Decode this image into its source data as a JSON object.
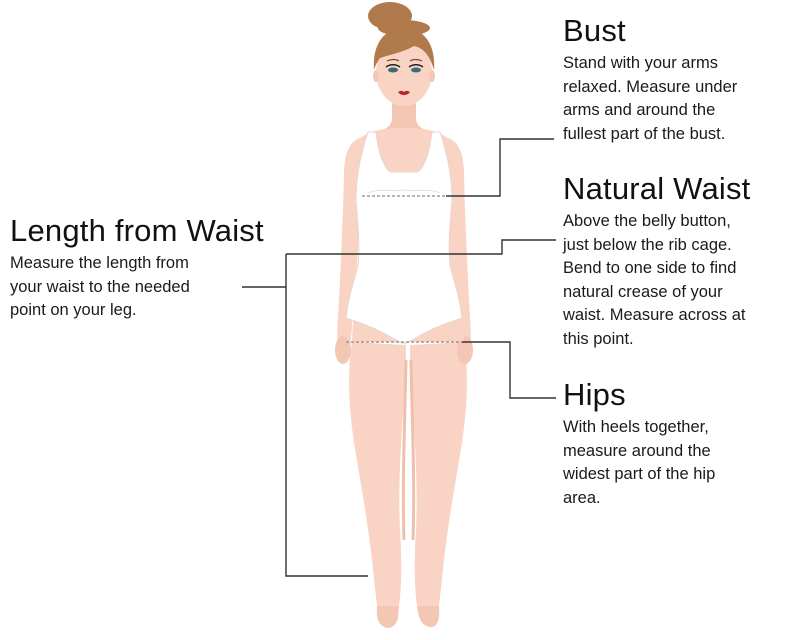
{
  "bust": {
    "heading": "Bust",
    "lines": [
      "Stand with your arms",
      "relaxed. Measure under",
      "arms and around the",
      "fullest part of the bust."
    ]
  },
  "natural_waist": {
    "heading": "Natural Waist",
    "lines": [
      "Above the belly button,",
      "just below the rib cage.",
      "Bend to one side to find",
      "natural crease of your",
      "waist. Measure across at",
      "this point."
    ]
  },
  "hips": {
    "heading": "Hips",
    "lines": [
      "With heels together,",
      "measure around the",
      "widest part of the hip",
      "area."
    ]
  },
  "length_from_waist": {
    "heading": "Length from Waist",
    "lines": [
      "Measure the length from",
      "your waist to the needed",
      "point on your leg."
    ]
  },
  "colors": {
    "skin": "#f9d4c4",
    "skin_shadow": "#f0bfac",
    "hair": "#b07a4c",
    "garment": "#ffffff",
    "leader_line": "#333333",
    "measure_line": "#888888",
    "lips": "#c0202a"
  }
}
